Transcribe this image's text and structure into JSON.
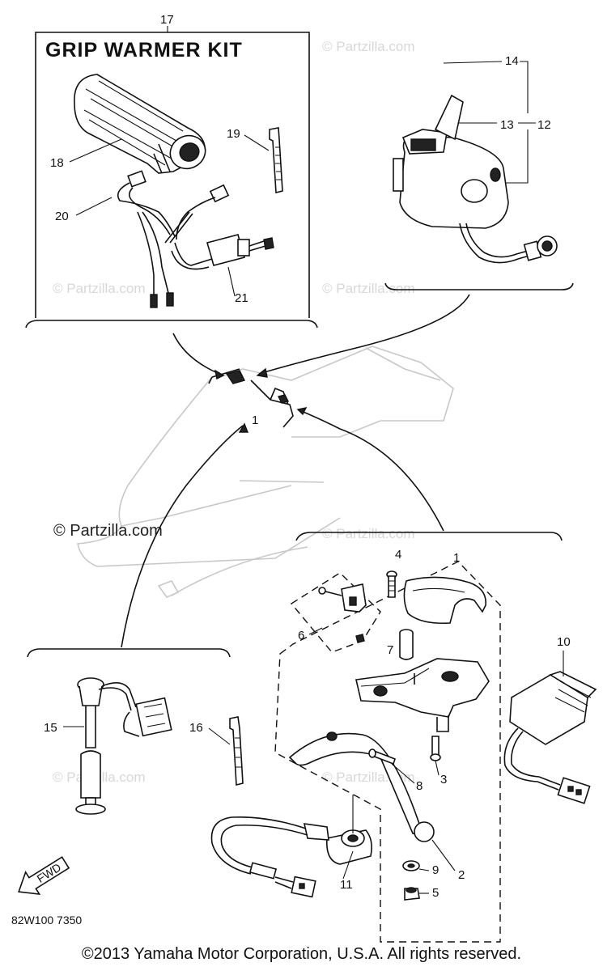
{
  "kit_title": "GRIP WARMER KIT",
  "watermark": "© Partzilla.com",
  "watermark_short": "Partzilla.com",
  "diagram_code": "82W100 7350",
  "fwd_label": "FWD",
  "copyright": "©2013  Yamaha Motor Corporation, U.S.A. All rights reserved.",
  "callouts": {
    "c1": "1",
    "c2": "2",
    "c3": "3",
    "c4": "4",
    "c5": "5",
    "c6": "6",
    "c7": "7",
    "c8": "8",
    "c9": "9",
    "c10": "10",
    "c11": "11",
    "c12": "12",
    "c13": "13",
    "c14": "14",
    "c15": "15",
    "c16": "16",
    "c17": "17",
    "c18": "18",
    "c19": "19",
    "c20": "20",
    "c21": "21"
  }
}
